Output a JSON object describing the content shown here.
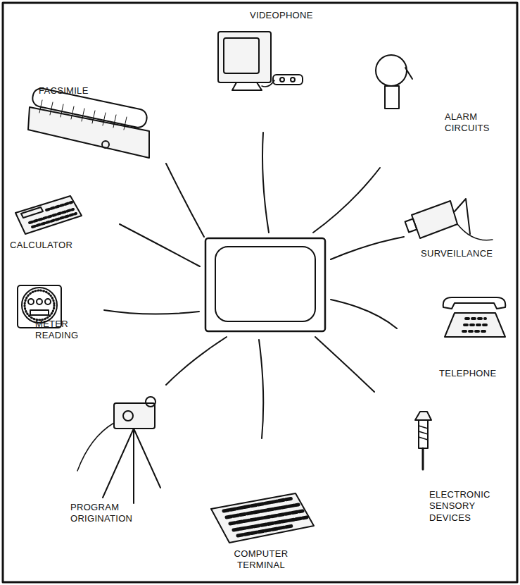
{
  "diagram": {
    "labels": [
      "VIDEOPHONE",
      "FACSIMILE",
      "ALARM CIRCUITS",
      "CALCULATOR",
      "SURVEILLANCE",
      "METER READING",
      "TELEPHONE",
      "PROGRAM ORIGINATION",
      "ELECTRONIC SENSORY DEVICES",
      "COMPUTER TERMINAL"
    ]
  }
}
